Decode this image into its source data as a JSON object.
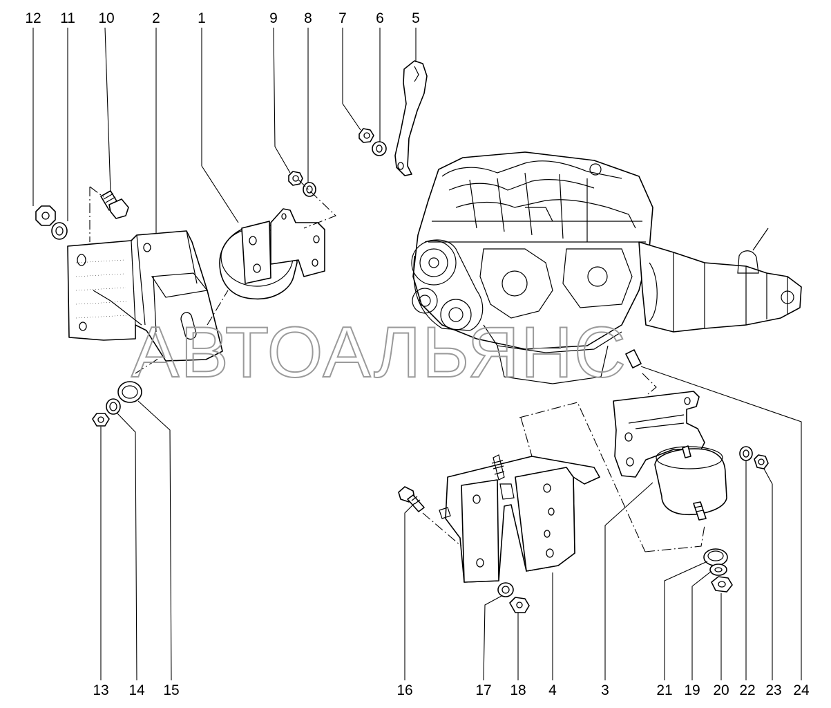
{
  "watermark": "АВТОАЛЬЯНС",
  "callouts": {
    "c1": "1",
    "c2": "2",
    "c3": "3",
    "c4": "4",
    "c5": "5",
    "c6": "6",
    "c7": "7",
    "c8": "8",
    "c9": "9",
    "c10": "10",
    "c11": "11",
    "c12": "12",
    "c13": "13",
    "c14": "14",
    "c15": "15",
    "c16": "16",
    "c17": "17",
    "c18": "18",
    "c19": "19",
    "c20": "20",
    "c21": "21",
    "c22": "22",
    "c23": "23",
    "c24": "24"
  }
}
